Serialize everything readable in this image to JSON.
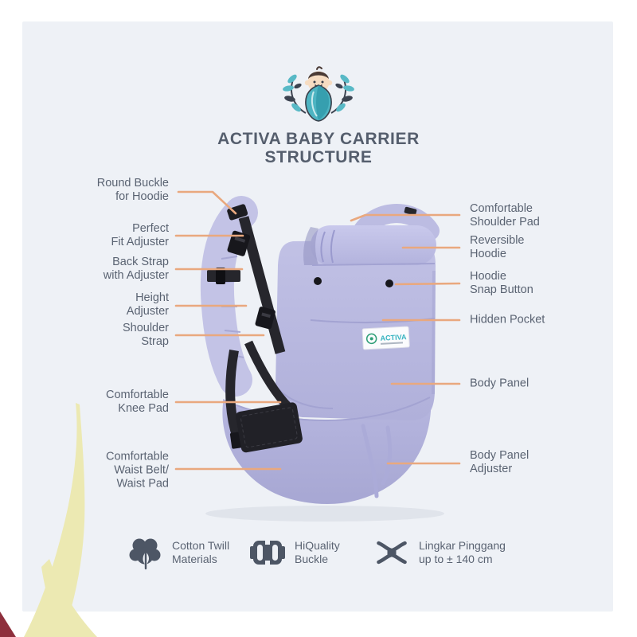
{
  "colors": {
    "card_bg": "#eef1f6",
    "text": "#5a6372",
    "accent_line": "#e9a87e",
    "fabric_lavender": "#b7b7df",
    "strap_black": "#26262c",
    "logo_teal": "#4db4c2",
    "blob_yellow": "#ece9b2",
    "blob_maroon": "#8e2f3c",
    "icon_slate": "#4d5665"
  },
  "header": {
    "logo": "baby-swaddle-laurel-logo",
    "title_line1": "ACTIVA BABY CARRIER",
    "title_line2": "STRUCTURE"
  },
  "labels": {
    "left": [
      {
        "text": "Round Buckle\nfor Hoodie"
      },
      {
        "text": "Perfect\nFit Adjuster"
      },
      {
        "text": "Back Strap\nwith Adjuster"
      },
      {
        "text": "Height\nAdjuster"
      },
      {
        "text": "Shoulder\nStrap"
      },
      {
        "text": "Comfortable\nKnee Pad"
      },
      {
        "text": "Comfortable\nWaist Belt/\nWaist Pad"
      }
    ],
    "right": [
      {
        "text": "Comfortable\nShoulder Pad"
      },
      {
        "text": "Reversible\nHoodie"
      },
      {
        "text": "Hoodie\nSnap Button"
      },
      {
        "text": "Hidden Pocket"
      },
      {
        "text": "Body Panel"
      },
      {
        "text": "Body Panel\nAdjuster"
      }
    ]
  },
  "carrier_tag": {
    "brand": "ACTIVA"
  },
  "features": [
    {
      "icon": "cotton-icon",
      "text": "Cotton Twill\nMaterials"
    },
    {
      "icon": "buckle-icon",
      "text": "HiQuality\nBuckle"
    },
    {
      "icon": "waist-extender-icon",
      "text": "Lingkar Pinggang\nup to ± 140 cm"
    }
  ]
}
